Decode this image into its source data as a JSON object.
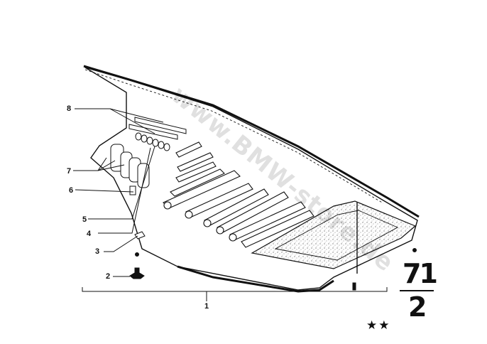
{
  "diagram": {
    "callouts": [
      {
        "id": "1",
        "label": "1"
      },
      {
        "id": "2",
        "label": "2"
      },
      {
        "id": "3",
        "label": "3"
      },
      {
        "id": "4",
        "label": "4"
      },
      {
        "id": "5",
        "label": "5"
      },
      {
        "id": "6",
        "label": "6"
      },
      {
        "id": "7",
        "label": "7"
      },
      {
        "id": "8",
        "label": "8"
      }
    ],
    "group_number_top": "71",
    "group_number_bottom": "2",
    "stars": "★★",
    "watermark": "www.BMW-store.de",
    "colors": {
      "ink": "#111111",
      "paper": "#ffffff",
      "speckle": "#555555"
    }
  }
}
